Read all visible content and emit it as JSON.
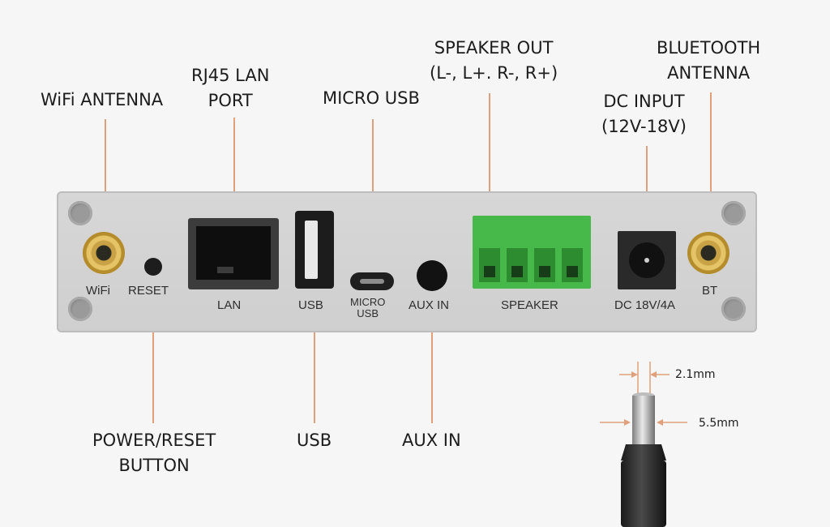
{
  "callouts": {
    "wifi_antenna": "WiFi ANTENNA",
    "rj45_line1": "RJ45 LAN",
    "rj45_line2": "PORT",
    "micro_usb": "MICRO USB",
    "speaker_out_line1": "SPEAKER OUT",
    "speaker_out_line2": "(L-, L+. R-, R+)",
    "dc_input_line1": "DC INPUT",
    "dc_input_line2": "(12V-18V)",
    "bluetooth_line1": "BLUETOOTH",
    "bluetooth_line2": "ANTENNA",
    "power_reset_line1": "POWER/RESET",
    "power_reset_line2": "BUTTON",
    "usb": "USB",
    "aux_in": "AUX IN"
  },
  "panel_labels": {
    "wifi": "WiFi",
    "reset": "RESET",
    "lan": "LAN",
    "usb": "USB",
    "micro_usb_line1": "MICRO",
    "micro_usb_line2": "USB",
    "aux_in": "AUX IN",
    "speaker": "SPEAKER",
    "dc": "DC 18V/4A",
    "bt": "BT"
  },
  "plug_dimensions": {
    "inner": "2.1mm",
    "outer": "5.5mm"
  },
  "colors": {
    "leader_line": "#e0a07c",
    "terminal_block": "#47b84a",
    "antenna_connector": "#e4c466",
    "panel": "#d3d3d3"
  }
}
